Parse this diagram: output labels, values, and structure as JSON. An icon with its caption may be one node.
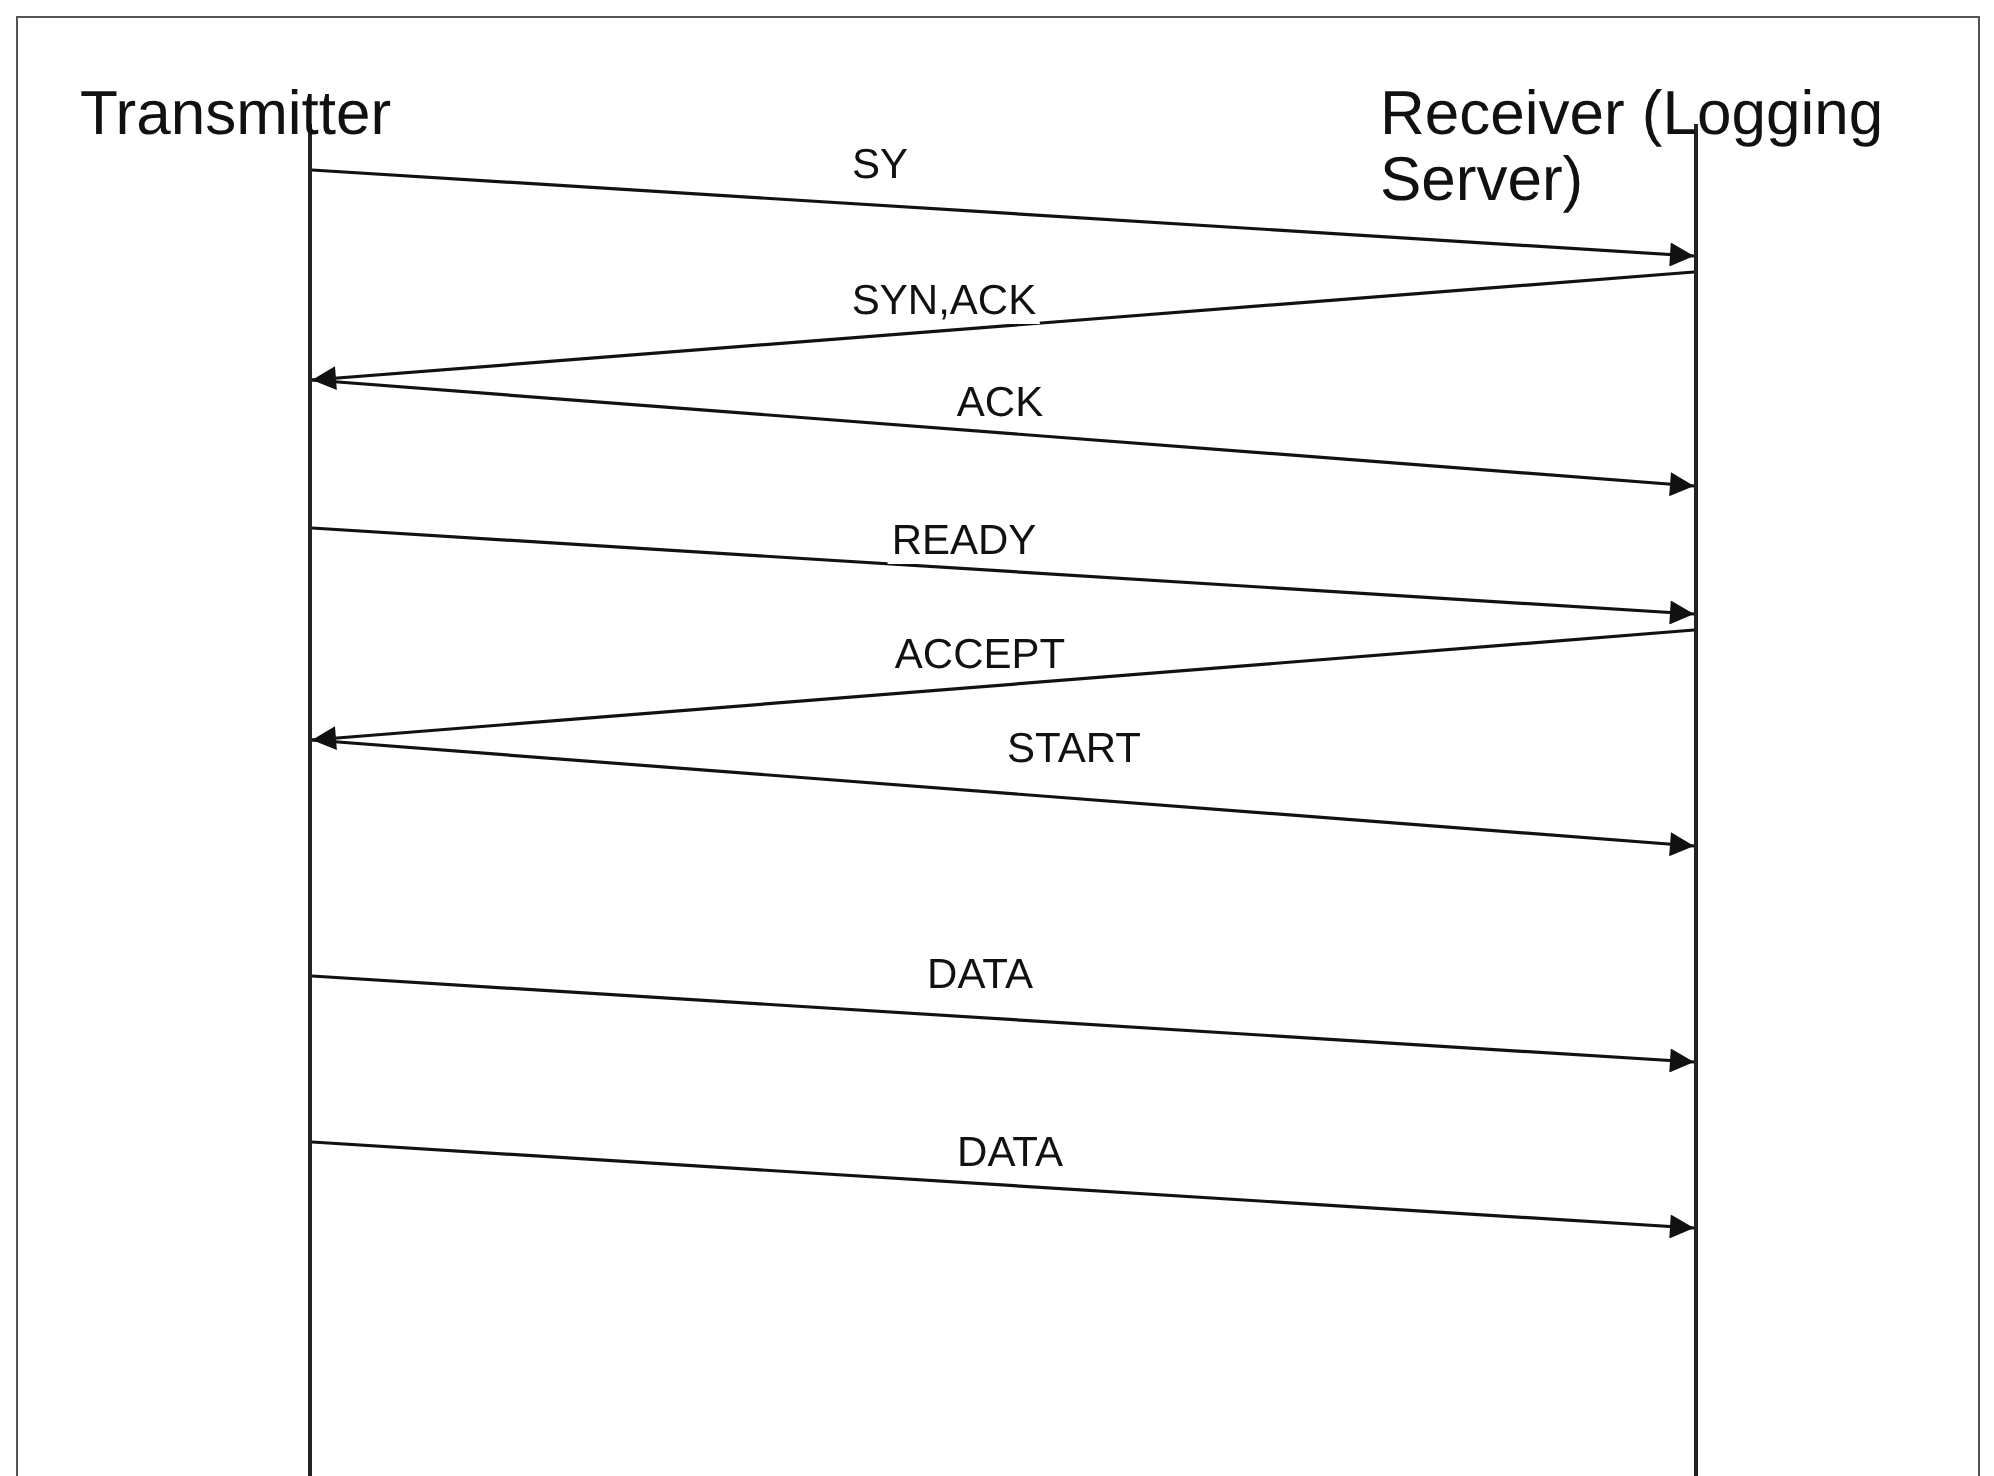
{
  "diagram": {
    "nodes": [
      {
        "text": [
          "Transmitter"
        ]
      },
      {
        "text": [
          "Receiver (Logging Server)"
        ]
      }
    ],
    "edges": [
      {
        "from": 0,
        "to": 1,
        "arrow": "to",
        "label": "SY"
      },
      {
        "from": 1,
        "to": 0,
        "arrow": "to",
        "label": "SYN,ACK"
      },
      {
        "from": 0,
        "to": 1,
        "arrow": "to",
        "label": "ACK"
      },
      {
        "from": 0,
        "to": 1,
        "arrow": "to",
        "label": "READY"
      },
      {
        "from": 1,
        "to": 0,
        "arrow": "to",
        "label": "ACCEPT"
      },
      {
        "from": 0,
        "to": 1,
        "arrow": "to",
        "label": "START"
      },
      {
        "from": 0,
        "to": 1,
        "arrow": "to",
        "label": "DATA"
      },
      {
        "from": 0,
        "to": 1,
        "arrow": "to",
        "label": "DATA"
      }
    ]
  }
}
